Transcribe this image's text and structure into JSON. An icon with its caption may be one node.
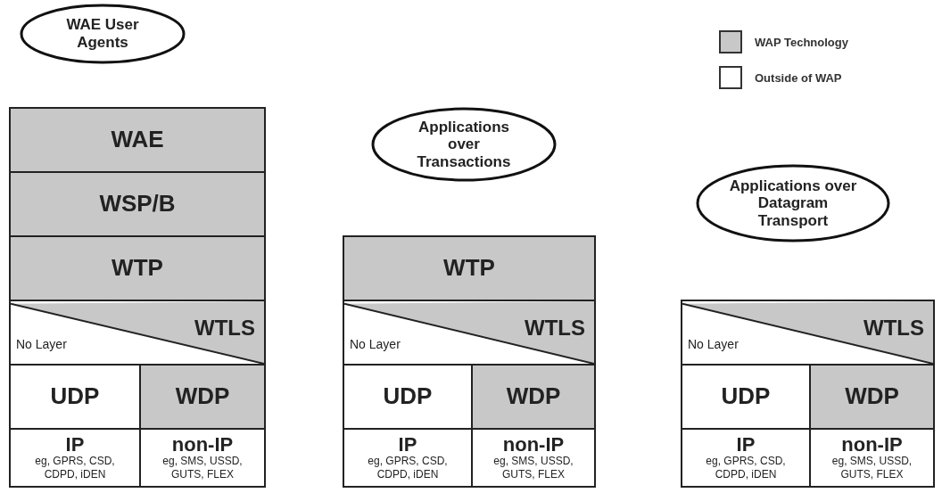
{
  "diagram": {
    "nodes": [
      {
        "text": [
          "WAE User Agents"
        ]
      },
      {
        "text": [
          "WAE"
        ]
      },
      {
        "text": [
          "WSP/B"
        ]
      },
      {
        "text": [
          "WTP"
        ]
      },
      {
        "text": [
          "WTLS",
          "No Layer"
        ]
      },
      {
        "text": [
          "UDP"
        ]
      },
      {
        "text": [
          "WDP"
        ]
      },
      {
        "text": [
          "IP",
          "eg, GPRS, CSD, CDPD, iDEN"
        ]
      },
      {
        "text": [
          "non-IP",
          "eg, SMS, USSD, GUTS, FLEX"
        ]
      },
      {
        "text": [
          "Applications over Transactions"
        ]
      },
      {
        "text": [
          "WTP"
        ]
      },
      {
        "text": [
          "WTLS",
          "No Layer"
        ]
      },
      {
        "text": [
          "UDP"
        ]
      },
      {
        "text": [
          "WDP"
        ]
      },
      {
        "text": [
          "IP",
          "eg, GPRS, CSD, CDPD, iDEN"
        ]
      },
      {
        "text": [
          "non-IP",
          "eg, SMS, USSD, GUTS, FLEX"
        ]
      },
      {
        "text": [
          "Applications over Datagram Transport"
        ]
      },
      {
        "text": [
          "WTLS",
          "No Layer"
        ]
      },
      {
        "text": [
          "UDP"
        ]
      },
      {
        "text": [
          "WDP"
        ]
      },
      {
        "text": [
          "IP",
          "eg, GPRS, CSD, CDPD, iDEN"
        ]
      },
      {
        "text": [
          "non-IP",
          "eg, SMS, USSD, GUTS, FLEX"
        ]
      }
    ],
    "legend": [
      {
        "text": "WAP Technology",
        "color": "#c8c8c8"
      },
      {
        "text": "Outside of WAP",
        "color": "#ffffff"
      }
    ]
  }
}
